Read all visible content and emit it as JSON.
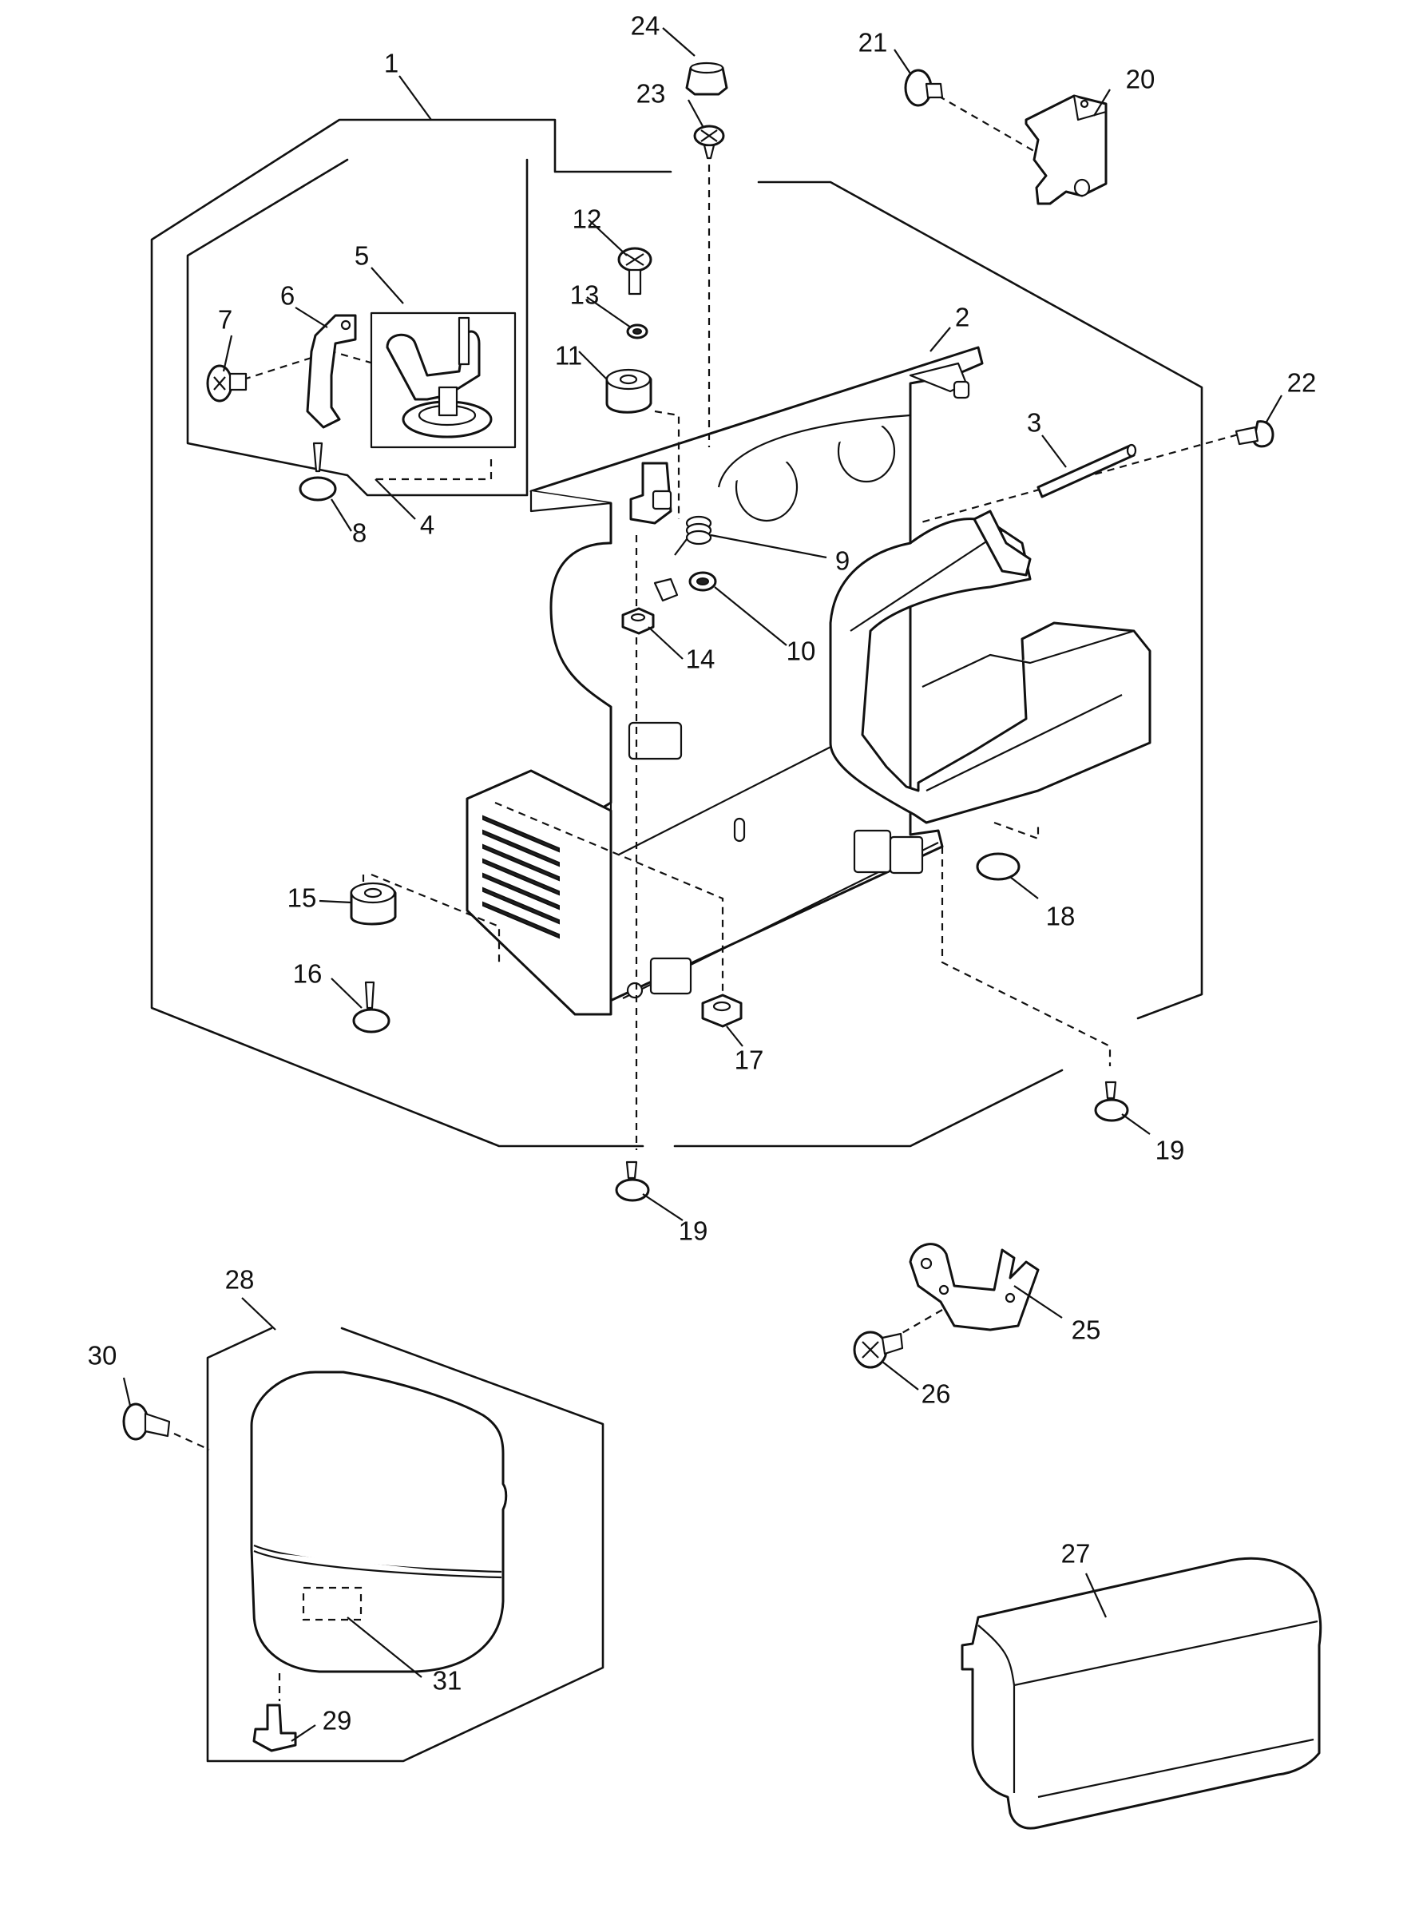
{
  "callouts": [
    {
      "id": "1",
      "label": "1"
    },
    {
      "id": "2",
      "label": "2"
    },
    {
      "id": "3",
      "label": "3"
    },
    {
      "id": "4",
      "label": "4"
    },
    {
      "id": "5",
      "label": "5"
    },
    {
      "id": "6",
      "label": "6"
    },
    {
      "id": "7",
      "label": "7"
    },
    {
      "id": "8",
      "label": "8"
    },
    {
      "id": "9",
      "label": "9"
    },
    {
      "id": "10",
      "label": "10"
    },
    {
      "id": "11",
      "label": "11"
    },
    {
      "id": "12",
      "label": "12"
    },
    {
      "id": "13",
      "label": "13"
    },
    {
      "id": "14",
      "label": "14"
    },
    {
      "id": "15",
      "label": "15"
    },
    {
      "id": "16",
      "label": "16"
    },
    {
      "id": "17",
      "label": "17"
    },
    {
      "id": "18",
      "label": "18"
    },
    {
      "id": "19a",
      "label": "19"
    },
    {
      "id": "19b",
      "label": "19"
    },
    {
      "id": "20",
      "label": "20"
    },
    {
      "id": "21",
      "label": "21"
    },
    {
      "id": "22",
      "label": "22"
    },
    {
      "id": "23",
      "label": "23"
    },
    {
      "id": "24",
      "label": "24"
    },
    {
      "id": "25",
      "label": "25"
    },
    {
      "id": "26",
      "label": "26"
    },
    {
      "id": "27",
      "label": "27"
    },
    {
      "id": "28",
      "label": "28"
    },
    {
      "id": "29",
      "label": "29"
    },
    {
      "id": "30",
      "label": "30"
    },
    {
      "id": "31",
      "label": "31"
    }
  ]
}
